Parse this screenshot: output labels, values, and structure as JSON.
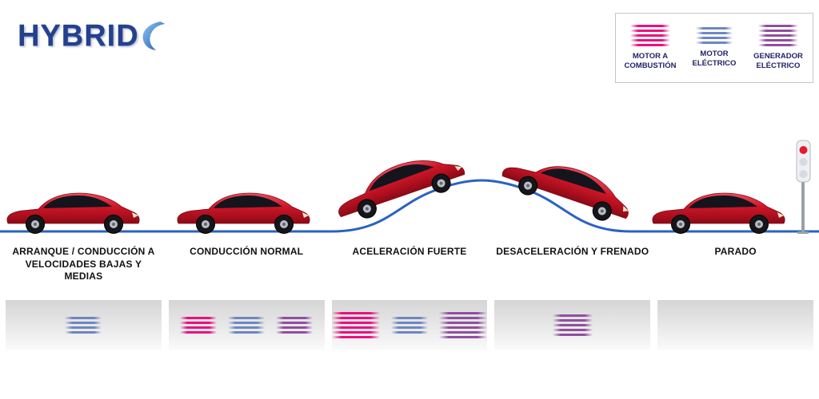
{
  "logo": {
    "text": "HYBRID"
  },
  "legend": {
    "items": [
      {
        "type": "combustion",
        "label": "MOTOR A COMBUSTIÓN",
        "color": "#ec0f7e"
      },
      {
        "type": "electric",
        "label": "MOTOR ELÉCTRICO",
        "color": "#6e86c0"
      },
      {
        "type": "generator",
        "label": "GENERADOR ELÉCTRICO",
        "color": "#8f4f9f"
      }
    ]
  },
  "road_color": "#2a62c4",
  "car_color": "#cf1528",
  "stages": [
    {
      "label": "ARRANQUE / CONDUCCIÓN A VELOCIDADES BAJAS Y MEDIAS",
      "motors": [
        {
          "type": "electric",
          "size": "sm"
        }
      ]
    },
    {
      "label": "CONDUCCIÓN NORMAL",
      "motors": [
        {
          "type": "combustion",
          "size": "sm"
        },
        {
          "type": "electric",
          "size": "sm"
        },
        {
          "type": "generator",
          "size": "sm"
        }
      ]
    },
    {
      "label": "ACELERACIÓN FUERTE",
      "motors": [
        {
          "type": "combustion",
          "size": "lg"
        },
        {
          "type": "electric",
          "size": "sm"
        },
        {
          "type": "generator",
          "size": "lg"
        }
      ]
    },
    {
      "label": "DESACELERACIÓN Y FRENADO",
      "motors": [
        {
          "type": "generator",
          "size": "md"
        }
      ]
    },
    {
      "label": "PARADO",
      "motors": []
    }
  ]
}
